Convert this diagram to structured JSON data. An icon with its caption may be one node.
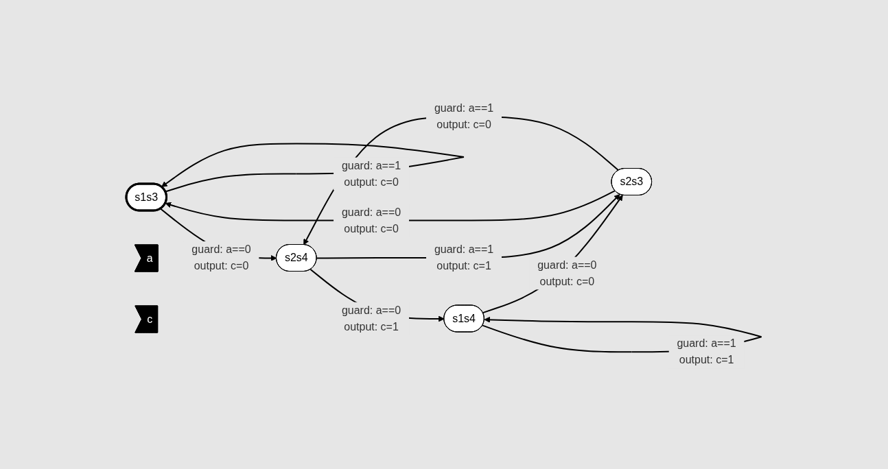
{
  "diagram": {
    "nodes": [
      {
        "text": [
          "s1s3"
        ]
      },
      {
        "text": [
          "s2s3"
        ]
      },
      {
        "text": [
          "a"
        ]
      },
      {
        "text": [
          "c"
        ]
      },
      {
        "text": [
          "s1s4"
        ]
      },
      {
        "text": [
          "s2s4"
        ]
      }
    ],
    "edges": [
      {
        "from": 0,
        "to": 0,
        "arrow": "to",
        "label": "guard: a==1 output: c=0"
      },
      {
        "from": 1,
        "to": 0,
        "arrow": "to",
        "label": "guard: a==0 output: c=0"
      },
      {
        "from": 4,
        "to": 1,
        "arrow": "to",
        "label": "guard: a==0 output: c=0"
      },
      {
        "from": 0,
        "to": 5,
        "arrow": "to",
        "label": "guard: a==0 output: c=0"
      },
      {
        "from": 1,
        "to": 5,
        "arrow": "to",
        "label": "guard: a==1 output: c=0"
      },
      {
        "from": 5,
        "to": 1,
        "arrow": "to",
        "label": "guard: a==1 output: c=1"
      },
      {
        "from": 5,
        "to": 4,
        "arrow": "to",
        "label": "guard: a==0 output: c=1"
      },
      {
        "from": 4,
        "to": 4,
        "arrow": "to",
        "label": "guard: a==1 output: c=1"
      }
    ]
  }
}
